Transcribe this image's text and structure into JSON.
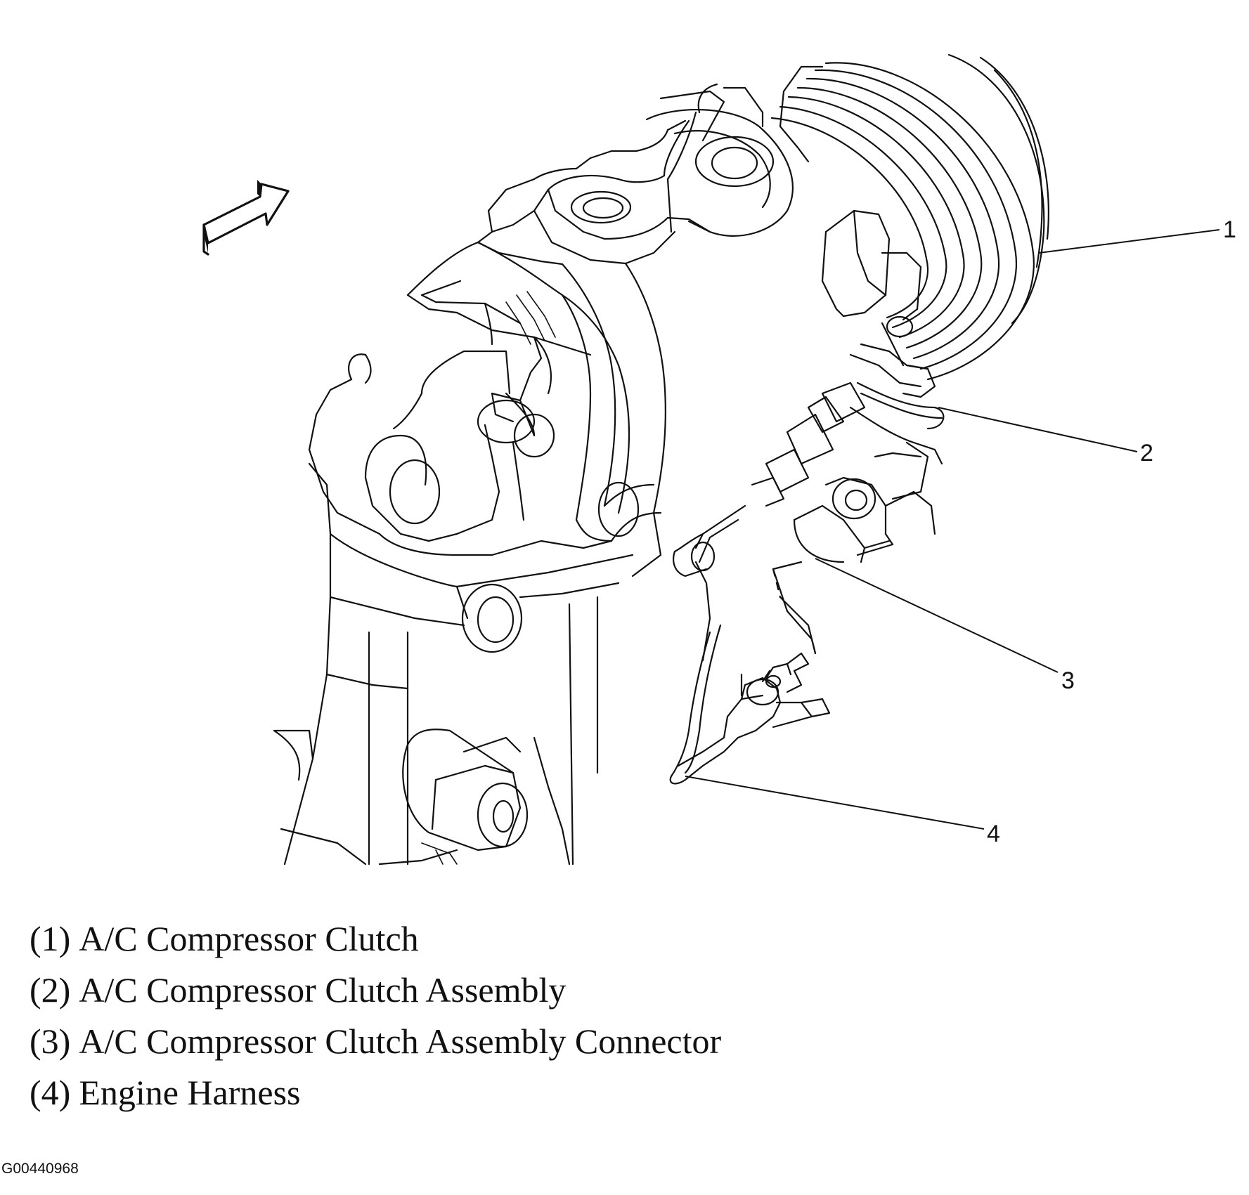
{
  "callouts": [
    "1",
    "2",
    "3",
    "4"
  ],
  "legend": [
    {
      "num": "(1)",
      "label": "A/C Compressor Clutch"
    },
    {
      "num": "(2)",
      "label": "A/C Compressor Clutch Assembly"
    },
    {
      "num": "(3)",
      "label": "A/C Compressor Clutch Assembly Connector"
    },
    {
      "num": "(4)",
      "label": "Engine Harness"
    }
  ],
  "figure_id": "G00440968",
  "icons": {
    "orientation_arrow": "forward-arrow-icon"
  }
}
